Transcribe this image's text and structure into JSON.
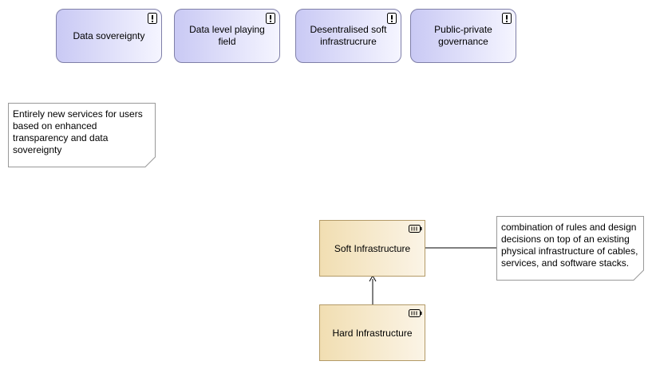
{
  "principles": [
    {
      "label": "Data sovereignty",
      "icon": "exclamation-icon"
    },
    {
      "label": "Data level playing field",
      "icon": "exclamation-icon"
    },
    {
      "label": "Desentralised soft infrastrucrure",
      "icon": "exclamation-icon"
    },
    {
      "label": "Public-private governance",
      "icon": "exclamation-icon"
    }
  ],
  "notes": {
    "services": "Entirely new services for users based on enhanced transparency and data sovereignty",
    "soft_infra": "combination of rules and design decisions on top of an existing physical infrastructure of cables, services, and software stacks."
  },
  "nodes": {
    "soft": {
      "label": "Soft Infrastructure",
      "icon": "device-icon"
    },
    "hard": {
      "label": "Hard Infrastructure",
      "icon": "device-icon"
    }
  },
  "colors": {
    "principle_fill": "#c9c9f4",
    "principle_border": "#7f7fa8",
    "technology_fill": "#f1deb2",
    "technology_border": "#b39a67"
  }
}
